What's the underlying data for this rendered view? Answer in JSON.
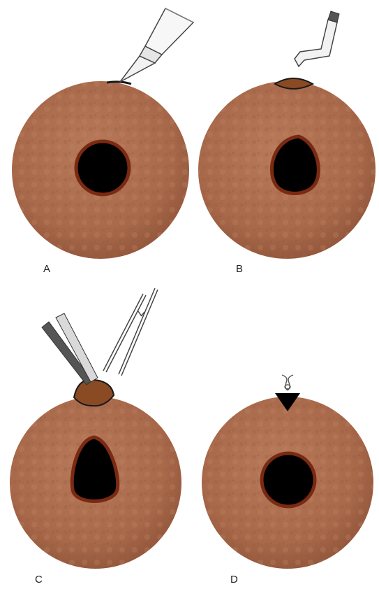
{
  "panels": [
    {
      "id": "A",
      "label": "A"
    },
    {
      "id": "B",
      "label": "B"
    },
    {
      "id": "C",
      "label": "C"
    },
    {
      "id": "D",
      "label": "D"
    }
  ],
  "colors": {
    "tissue": "#a8684a",
    "tissue_light": "#b77a5a",
    "tissue_dark": "#8f5439",
    "lumen": "#000000",
    "lumen_rim": "#7a2a12",
    "excised_tissue": "#8a4a24",
    "instrument_fill": "#f2f2f2",
    "instrument_dark": "#555555",
    "background": "#ffffff"
  },
  "icons": [
    "scalpel-icon",
    "probe-icon",
    "forceps-icon",
    "scissors-icon",
    "suture-icon"
  ]
}
